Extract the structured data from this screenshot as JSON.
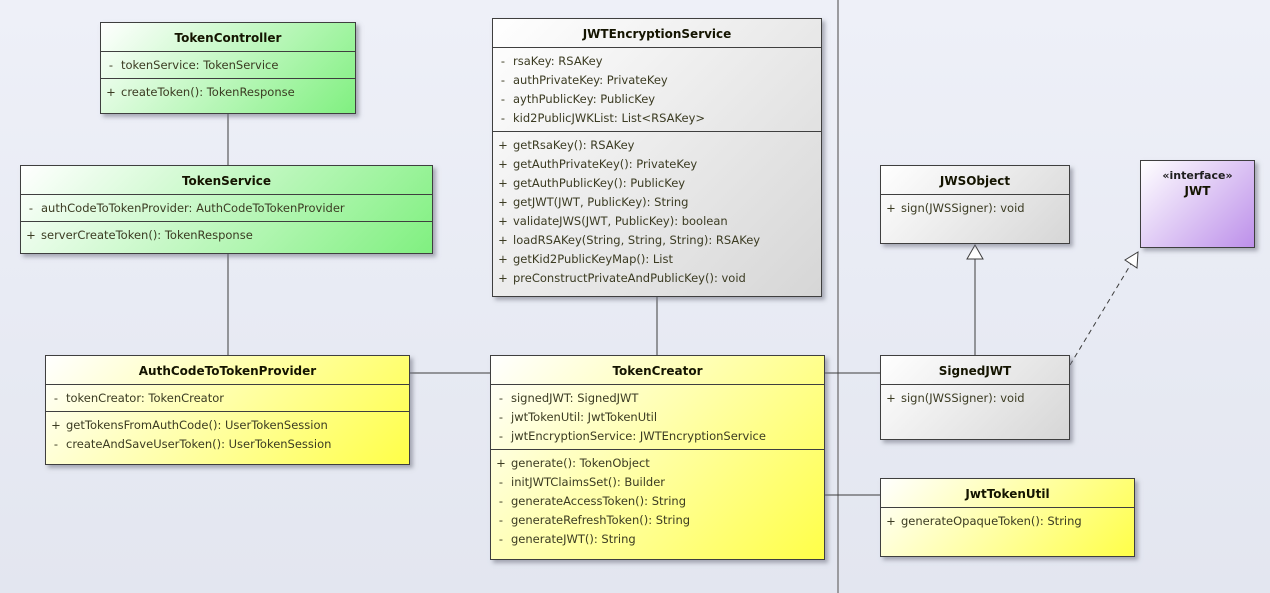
{
  "colors": {
    "green": "#80f080",
    "yellow": "#ffff48",
    "gray": "#d6d6d6",
    "purple": "#bd90ea",
    "border": "#3f3f3f",
    "background": "#eaecf5",
    "divider": "#9b9b9f"
  },
  "classes": [
    {
      "name": "TokenController",
      "color": "green",
      "attributes": [
        {
          "vis": "-",
          "text": "tokenService: TokenService"
        }
      ],
      "methods": [
        {
          "vis": "+",
          "text": "createToken(): TokenResponse"
        }
      ]
    },
    {
      "name": "TokenService",
      "color": "green",
      "attributes": [
        {
          "vis": "-",
          "text": "authCodeToTokenProvider: AuthCodeToTokenProvider"
        }
      ],
      "methods": [
        {
          "vis": "+",
          "text": "serverCreateToken(): TokenResponse"
        }
      ]
    },
    {
      "name": "JWTEncryptionService",
      "color": "gray",
      "attributes": [
        {
          "vis": "-",
          "text": "rsaKey: RSAKey"
        },
        {
          "vis": "-",
          "text": "authPrivateKey: PrivateKey"
        },
        {
          "vis": "-",
          "text": "aythPublicKey: PublicKey"
        },
        {
          "vis": "-",
          "text": "kid2PublicJWKList: List<RSAKey>"
        }
      ],
      "methods": [
        {
          "vis": "+",
          "text": "getRsaKey(): RSAKey"
        },
        {
          "vis": "+",
          "text": "getAuthPrivateKey(): PrivateKey"
        },
        {
          "vis": "+",
          "text": "getAuthPublicKey(): PublicKey"
        },
        {
          "vis": "+",
          "text": "getJWT(JWT, PublicKey): String"
        },
        {
          "vis": "+",
          "text": "validateJWS(JWT, PublicKey): boolean"
        },
        {
          "vis": "+",
          "text": "loadRSAKey(String, String, String): RSAKey"
        },
        {
          "vis": "+",
          "text": "getKid2PublicKeyMap(): List"
        },
        {
          "vis": "+",
          "text": "preConstructPrivateAndPublicKey(): void"
        }
      ]
    },
    {
      "name": "JWSObject",
      "color": "gray",
      "attributes": [],
      "methods": [
        {
          "vis": "+",
          "text": "sign(JWSSigner): void"
        }
      ]
    },
    {
      "name": "JWT",
      "stereotype": "«interface»",
      "color": "purple",
      "attributes": [],
      "methods": []
    },
    {
      "name": "AuthCodeToTokenProvider",
      "color": "yellow",
      "attributes": [
        {
          "vis": "-",
          "text": "tokenCreator: TokenCreator"
        }
      ],
      "methods": [
        {
          "vis": "+",
          "text": "getTokensFromAuthCode(): UserTokenSession"
        },
        {
          "vis": "-",
          "text": "createAndSaveUserToken(): UserTokenSession"
        }
      ]
    },
    {
      "name": "TokenCreator",
      "color": "yellow",
      "attributes": [
        {
          "vis": "-",
          "text": "signedJWT: SignedJWT"
        },
        {
          "vis": "-",
          "text": "jwtTokenUtil: JwtTokenUtil"
        },
        {
          "vis": "-",
          "text": "jwtEncryptionService: JWTEncryptionService"
        }
      ],
      "methods": [
        {
          "vis": "+",
          "text": "generate(): TokenObject"
        },
        {
          "vis": "-",
          "text": "initJWTClaimsSet(): Builder"
        },
        {
          "vis": "-",
          "text": "generateAccessToken(): String"
        },
        {
          "vis": "-",
          "text": "generateRefreshToken(): String"
        },
        {
          "vis": "-",
          "text": "generateJWT(): String"
        }
      ]
    },
    {
      "name": "SignedJWT",
      "color": "gray",
      "attributes": [],
      "methods": [
        {
          "vis": "+",
          "text": "sign(JWSSigner): void"
        }
      ]
    },
    {
      "name": "JwtTokenUtil",
      "color": "yellow",
      "attributes": [],
      "methods": [
        {
          "vis": "+",
          "text": "generateOpaqueToken(): String"
        }
      ]
    }
  ],
  "relationships": [
    {
      "from": "TokenController",
      "to": "TokenService",
      "type": "association"
    },
    {
      "from": "TokenService",
      "to": "AuthCodeToTokenProvider",
      "type": "association"
    },
    {
      "from": "AuthCodeToTokenProvider",
      "to": "TokenCreator",
      "type": "association"
    },
    {
      "from": "JWTEncryptionService",
      "to": "TokenCreator",
      "type": "association"
    },
    {
      "from": "TokenCreator",
      "to": "SignedJWT",
      "type": "association"
    },
    {
      "from": "TokenCreator",
      "to": "JwtTokenUtil",
      "type": "association"
    },
    {
      "from": "SignedJWT",
      "to": "JWSObject",
      "type": "generalization"
    },
    {
      "from": "SignedJWT",
      "to": "JWT",
      "type": "realization"
    }
  ]
}
